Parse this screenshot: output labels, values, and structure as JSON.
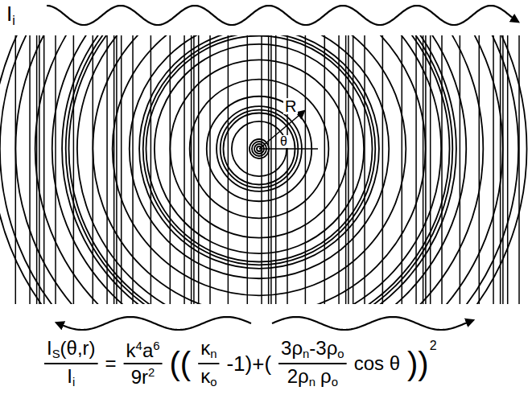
{
  "diagram": {
    "labels": [
      "I",
      "i",
      "R",
      "θ",
      "I",
      "S",
      "(θ,r)",
      "I",
      "i",
      "=",
      "k",
      "4",
      "a",
      "6",
      "9r",
      "2",
      "((",
      "κ",
      "n",
      "κ",
      "o",
      "-1)+(",
      "3ρ",
      "n",
      "-3ρ",
      "o",
      "2ρ",
      "n",
      "ρ",
      "o",
      "cos θ",
      "))",
      "2"
    ]
  }
}
